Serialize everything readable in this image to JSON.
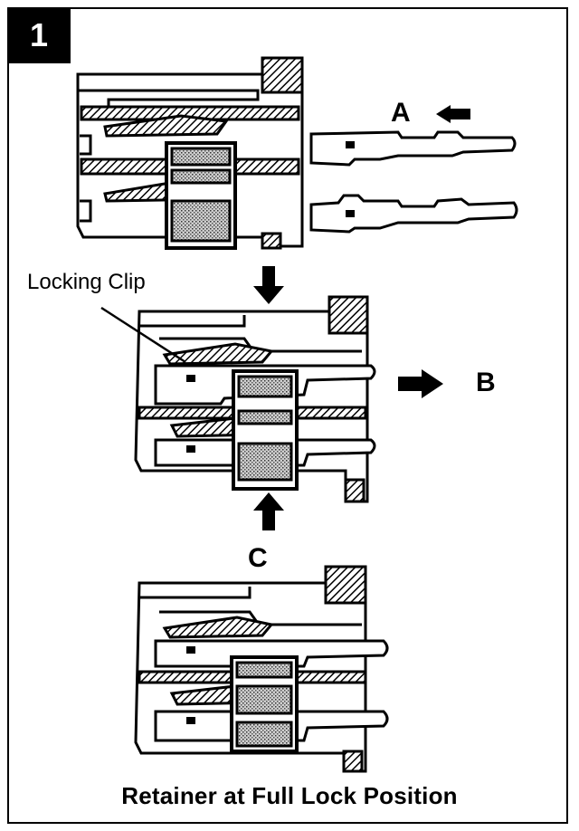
{
  "step": {
    "number": "1"
  },
  "labels": {
    "a": "A",
    "b": "B",
    "c": "C",
    "locking_clip": "Locking Clip"
  },
  "caption": "Retainer at Full Lock Position"
}
